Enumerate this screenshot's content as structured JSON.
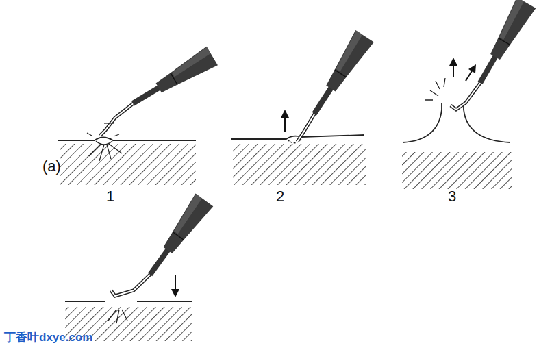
{
  "diagram": {
    "labels": [
      "(a)",
      "1",
      "2",
      "3",
      "丁香叶dxye.com"
    ]
  }
}
